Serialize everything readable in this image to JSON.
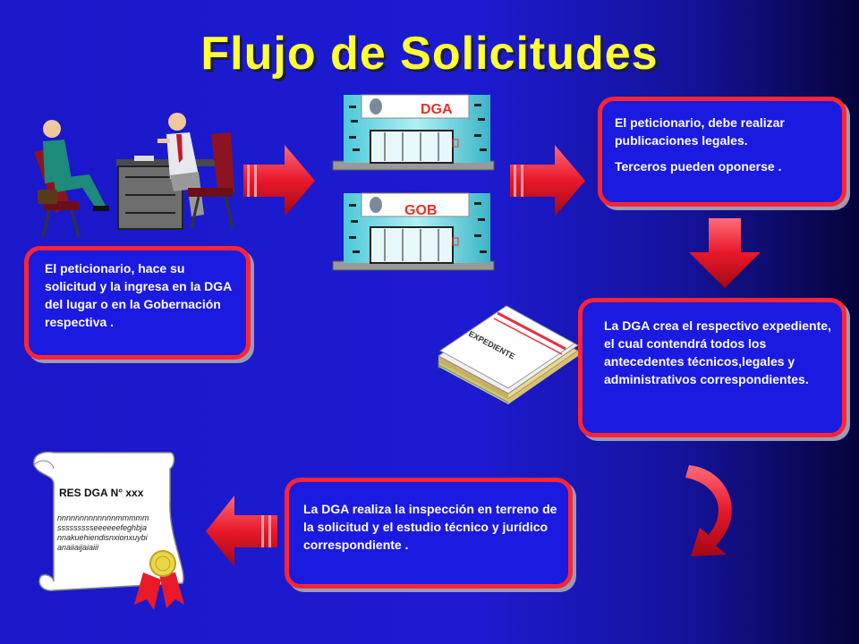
{
  "title": "Flujo de Solicitudes",
  "buildings": {
    "dga_label": "DGA",
    "gob_label": "GOB"
  },
  "steps": {
    "step1": "El peticionario, hace su solicitud  y  la ingresa en la DGA del lugar  o en la Gobernación respectiva .",
    "step2_line1": "El peticionario, debe realizar publicaciones legales.",
    "step2_line2": "Terceros pueden oponerse .",
    "step3": "La DGA crea el respectivo expediente, el cual contendrá todos los antecedentes técnicos,legales y administrativos correspondientes.",
    "step4": "La DGA realiza la inspección en terreno de la solicitud y el estudio técnico y jurídico correspondiente ."
  },
  "expediente_label": "EXPEDIENTE",
  "resolution": {
    "title": "RES DGA N° xxx",
    "lines": [
      "nnnnnnnnnnnnnmmmmm",
      "ssssssssseeeeeefeghbja",
      "nnakuehiendisnxionxuybi",
      "anaiiaijaiaiii"
    ]
  },
  "colors": {
    "background": "#1d1bd2",
    "box_fill": "#1a1ae0",
    "box_border": "#ff2433",
    "title": "#ffff33",
    "arrow": "#ee1a2c"
  }
}
